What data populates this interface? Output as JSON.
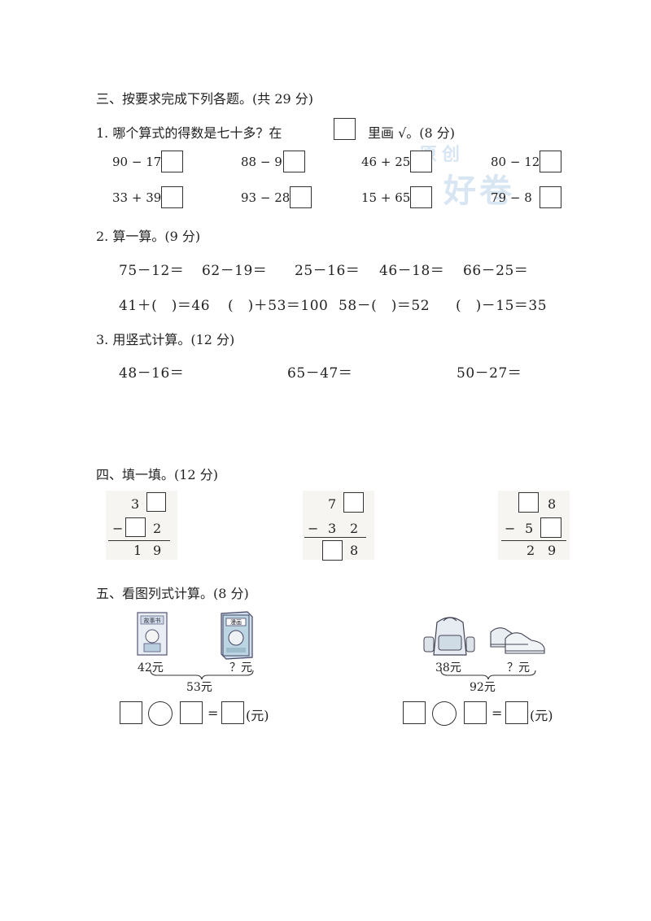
{
  "section3": {
    "title": "三、按要求完成下列各题。(共 29 分)",
    "q1": {
      "label_before": "1. 哪个算式的得数是七十多？在",
      "label_after": "里画 √。(8 分)",
      "row1": [
        "90 − 17",
        "88 − 9",
        "46 + 25",
        "80 − 12"
      ],
      "row2": [
        "33 + 39",
        "93 − 28",
        "15 + 65",
        "79 − 8"
      ]
    },
    "q2": {
      "label": "2. 算一算。(9 分)",
      "row1": [
        "75－12＝",
        "62－19＝",
        "25－16＝",
        "46－18＝",
        "66－25＝"
      ],
      "row2": [
        "41＋(　)＝46",
        "(　)＋53＝100",
        "58－(　)＝52",
        "(　)－15＝35"
      ]
    },
    "q3": {
      "label": "3. 用竖式计算。(12 分)",
      "items": [
        "48－16＝",
        "65－47＝",
        "50－27＝"
      ]
    }
  },
  "section4": {
    "title": "四、填一填。(12 分)",
    "problems": [
      {
        "top": "3",
        "minus": "−",
        "mid": "2",
        "bottom1": "1",
        "bottom2": "9"
      },
      {
        "top": "7",
        "minus": "−",
        "mid1": "3",
        "mid2": "2",
        "bottom": "8"
      },
      {
        "top": "8",
        "minus": "−",
        "mid": "5",
        "bottom1": "2",
        "bottom2": "9"
      }
    ]
  },
  "section5": {
    "title": "五、看图列式计算。(8 分)",
    "left": {
      "known": "42元",
      "unknown": "？元",
      "total": "53元",
      "unit": "(元)",
      "book_label": "故事书",
      "comic_label": "漫画"
    },
    "right": {
      "known": "38元",
      "unknown": "？元",
      "total": "92元",
      "unit": "(元)"
    },
    "equals": "="
  },
  "watermark": {
    "line1": "原创",
    "line2": "好卷"
  }
}
